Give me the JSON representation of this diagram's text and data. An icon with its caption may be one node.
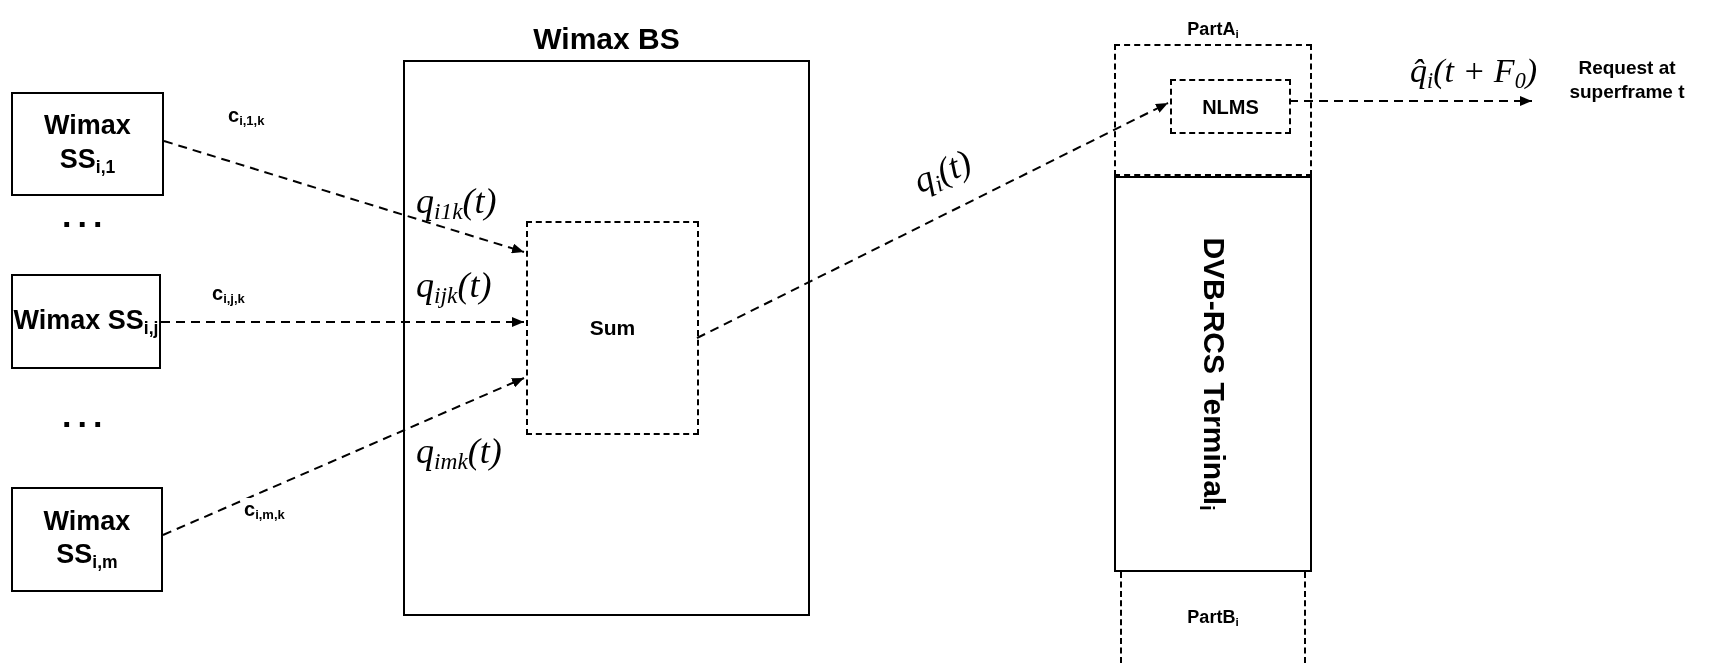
{
  "diagram": {
    "nodes": [
      {
        "text": [
          "Wimax BS"
        ]
      },
      {
        "text": [
          "Sum"
        ],
        "in": 0
      },
      {
        "text": [
          "Wimax SS$_{i,1}$"
        ]
      },
      {
        "text": [
          "Wimax SS$_{i,j}$"
        ]
      },
      {
        "text": [
          "Wimax SS$_{i,m}$"
        ]
      },
      {
        "text": [
          "PartA$_{i}$"
        ]
      },
      {
        "text": [
          "NLMS"
        ],
        "in": 5
      },
      {
        "text": [
          "DVB-RCS Terminal$_{i}$"
        ]
      },
      {
        "text": [
          "PartB$_{i}$"
        ]
      },
      {
        "text": [
          "Request at superframe t"
        ]
      }
    ],
    "edges": [
      {
        "from": 2,
        "to": 1,
        "arrow": "to",
        "label": "c$_{i,1,k}$",
        "style": "dashed"
      },
      {
        "from": 3,
        "to": 1,
        "arrow": "to",
        "label": "c$_{i,j,k}$",
        "style": "dashed"
      },
      {
        "from": 4,
        "to": 1,
        "arrow": "to",
        "label": "c$_{i,m,k}$",
        "style": "dashed"
      },
      {
        "from": 1,
        "to": 6,
        "arrow": "to",
        "label": "q$_{i}$(t)",
        "style": "dashed"
      },
      {
        "from": 6,
        "to": 9,
        "arrow": "to",
        "label": "q̂$_{i}$(t + F$_{0}$)",
        "style": "dashed"
      }
    ],
    "labels": [
      "q$_{i1k}$(t)",
      "...",
      "q$_{ijk}$(t)",
      "...",
      "q$_{imk}$(t)"
    ]
  }
}
